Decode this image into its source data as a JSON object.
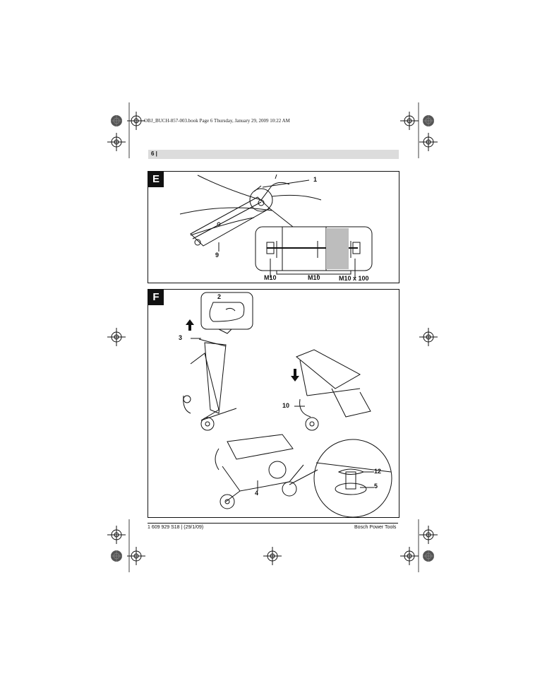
{
  "print_line": "OBJ_BUCH-857-003.book  Page 6  Thursday, January 29, 2009  10:22 AM",
  "page_number": "6 |",
  "figure_E": {
    "label": "E",
    "callouts": [
      "1",
      "9",
      "M10",
      "M10",
      "M10 x 100"
    ]
  },
  "figure_F": {
    "label": "F",
    "callouts": [
      "2",
      "3",
      "10",
      "4",
      "12",
      "5"
    ]
  },
  "footer": {
    "left": "1 609 929 S18 | (29/1/09)",
    "right": "Bosch Power Tools"
  },
  "colors": {
    "ink": "#111111",
    "header_bar": "#dcdcdc",
    "bolt_shade": "#bdbdbd"
  },
  "icons": [
    "registration-mark-icon",
    "color-target-icon",
    "arrow-up-icon",
    "arrow-down-icon"
  ]
}
